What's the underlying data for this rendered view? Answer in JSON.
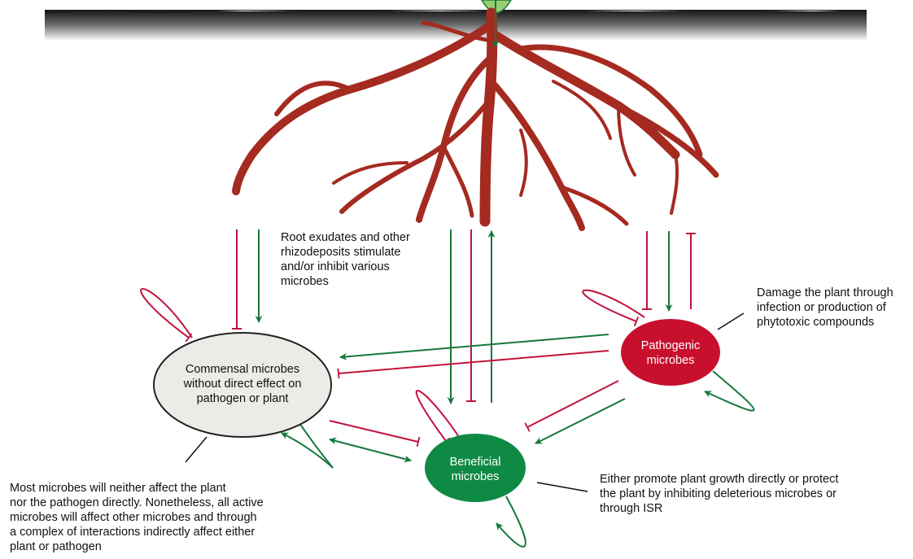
{
  "nodes": {
    "commensal": "Commensal microbes\nwithout direct effect on\npathogen or plant",
    "pathogenic": "Pathogenic\nmicrobes",
    "beneficial": "Beneficial\nmicrobes"
  },
  "annotations": {
    "root_exudates": "Root exudates and other\nrhizodeposits stimulate\nand/or inhibit various\nmicrobes",
    "pathogen_damage": "Damage the plant through\ninfection or production of\nphytotoxic compounds",
    "beneficial_effect": "Either promote plant growth directly or protect\nthe plant by inhibiting deleterious microbes or\nthrough ISR",
    "commensal_effect": "Most microbes will neither affect the plant\nnor the pathogen directly. Nonetheless, all active\nmicrobes will affect other microbes and through\na complex of interactions indirectly affect either\nplant or pathogen"
  },
  "colors": {
    "stimulate": "#17783c",
    "inhibit": "#c0143c",
    "root": "#a52a20",
    "commensal_fill": "#ebebe7",
    "pathogenic_fill": "#c8102e",
    "beneficial_fill": "#0f8a45",
    "soil": "#2a2a2a"
  }
}
